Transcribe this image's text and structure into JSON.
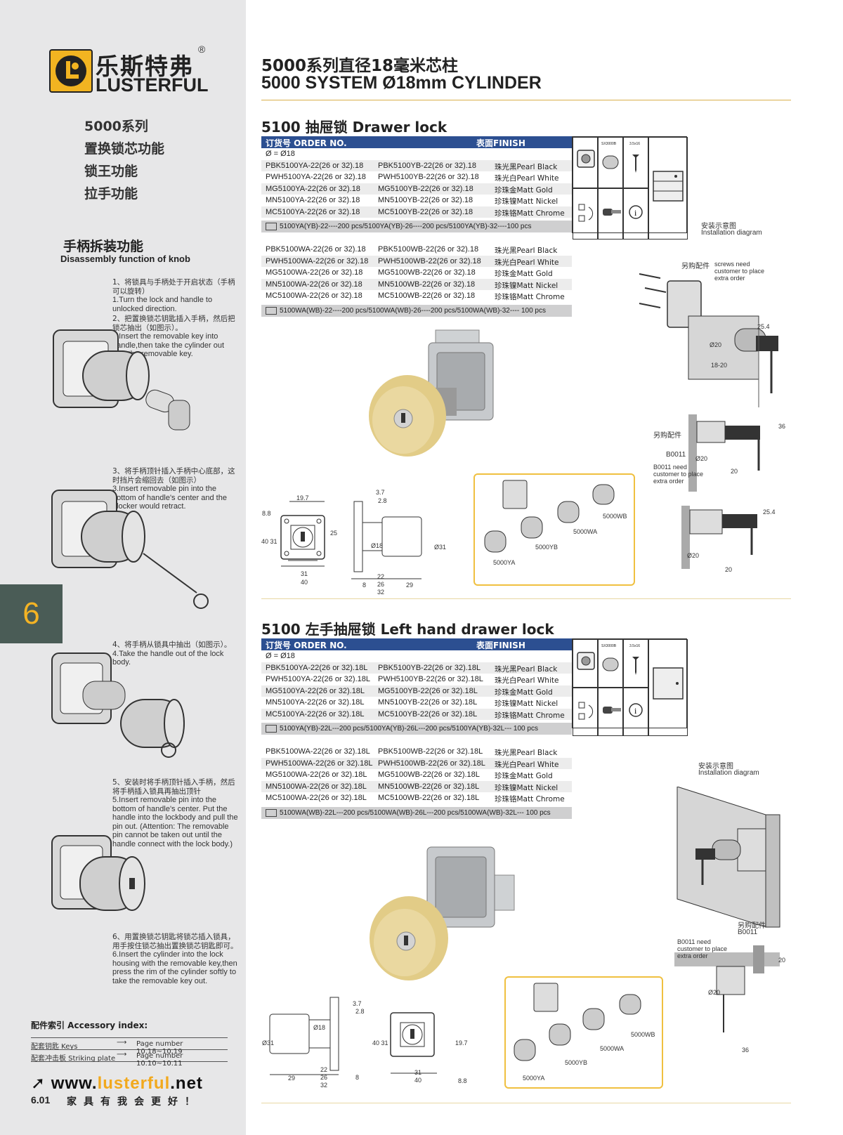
{
  "brand": {
    "name_cn": "乐斯特弗",
    "name_en": "LUSTERFUL",
    "reg": "®"
  },
  "sidebar": {
    "features": [
      "5000系列",
      "置换锁芯功能",
      "锁王功能",
      "拉手功能"
    ],
    "disassembly_cn": "手柄拆装功能",
    "disassembly_en": "Disassembly function of knob",
    "steps": [
      {
        "cn": "1、将锁具与手柄处于开启状态（手柄可以旋转）",
        "en": "1.Turn the lock and handle to unlocked direction."
      },
      {
        "cn": "2、把置换锁芯钥匙插入手柄，然后把锁芯抽出（如图示）。",
        "en": "2.Insert the removable key into handle,then take the cylinder out with the removable key."
      },
      {
        "cn": "3、将手柄顶针插入手柄中心底部，这时挡片会缩回去（如图示）",
        "en": "3.Insert removable pin into the bottom of handle's center and the blocker would retract."
      },
      {
        "cn": "4、将手柄从锁具中抽出（如图示）。",
        "en": "4.Take the handle out of the lock body."
      },
      {
        "cn": "5、安装时将手柄顶针插入手柄，然后将手柄插入锁具再抽出顶针",
        "en": "5.Insert removable pin into the bottom of handle's center. Put the handle into the lockbody and pull the pin out. (Attention: The removable pin cannot be taken out until the handle connect with the lock body.)"
      },
      {
        "cn": "6、用置换锁芯钥匙将锁芯插入锁具，用手按住锁芯抽出置换锁芯钥匙即可。",
        "en": "6.Insert the cylinder into the lock housing with the removable key,then press the rim of the cylinder softly to take the removable key out."
      }
    ],
    "chapter": "6",
    "accessory_title": "配件索引 Accessory index:",
    "accessories": [
      {
        "label": "配套钥匙 Keys",
        "page": "Page number 10.18~10.19"
      },
      {
        "label": "配套冲击板 Striking plate",
        "page": "Page number 10.10~10.11"
      }
    ],
    "website_pre": "www.",
    "website_hl": "lusterful",
    "website_post": ".net",
    "page_number": "6.01",
    "slogan": "家具有我会更好！"
  },
  "header": {
    "title_cn": "5000系列直径18毫米芯柱",
    "title_en": "5000 SYSTEM Ø18mm CYLINDER"
  },
  "sections": [
    {
      "title": "5100 抽屉锁 Drawer lock",
      "head_order": "订货号 ORDER NO.",
      "head_finish": "表面FINISH",
      "diameter": "Ø = Ø18",
      "group_a": [
        [
          "PBK5100YA-22(26 or 32).18",
          "PBK5100YB-22(26 or 32).18",
          "珠光黑Pearl Black"
        ],
        [
          "PWH5100YA-22(26 or 32).18",
          "PWH5100YB-22(26 or 32).18",
          "珠光白Pearl White"
        ],
        [
          "MG5100YA-22(26 or 32).18",
          "MG5100YB-22(26 or 32).18",
          "珍珠金Matt Gold"
        ],
        [
          "MN5100YA-22(26 or 32).18",
          "MN5100YB-22(26 or 32).18",
          "珍珠镍Matt Nickel"
        ],
        [
          "MC5100YA-22(26 or 32).18",
          "MC5100YB-22(26 or 32).18",
          "珍珠铬Matt Chrome"
        ]
      ],
      "pack_a": "5100YA(YB)-22----200 pcs/5100YA(YB)-26----200 pcs/5100YA(YB)-32----100 pcs",
      "group_b": [
        [
          "PBK5100WA-22(26 or 32).18",
          "PBK5100WB-22(26 or 32).18",
          "珠光黑Pearl Black"
        ],
        [
          "PWH5100WA-22(26 or 32).18",
          "PWH5100WB-22(26 or 32).18",
          "珠光白Pearl White"
        ],
        [
          "MG5100WA-22(26 or 32).18",
          "MG5100WB-22(26 or 32).18",
          "珍珠金Matt Gold"
        ],
        [
          "MN5100WA-22(26 or 32).18",
          "MN5100WB-22(26 or 32).18",
          "珍珠镍Matt Nickel"
        ],
        [
          "MC5100WA-22(26 or 32).18",
          "MC5100WB-22(26 or 32).18",
          "珍珠铬Matt Chrome"
        ]
      ],
      "pack_b": "5100WA(WB)-22----200 pcs/5100WA(WB)-26----200 pcs/5100WA(WB)-32---- 100 pcs",
      "install_cn": "安装示意图",
      "install_en": "Installation diagram",
      "extra_cn": "另购配件",
      "screws_note": "screws need customer to place extra order",
      "b0011": "B0011",
      "b0011_note": "B0011 need customer to place extra order",
      "cylinders": [
        "5000YA",
        "5000YB",
        "5000WA",
        "5000WB"
      ]
    },
    {
      "title": "5100 左手抽屉锁 Left hand drawer lock",
      "head_order": "订货号 ORDER NO.",
      "head_finish": "表面FINISH",
      "diameter": "Ø = Ø18",
      "group_a": [
        [
          "PBK5100YA-22(26 or 32).18L",
          "PBK5100YB-22(26 or 32).18L",
          "珠光黑Pearl Black"
        ],
        [
          "PWH5100YA-22(26 or 32).18L",
          "PWH5100YB-22(26 or 32).18L",
          "珠光白Pearl White"
        ],
        [
          "MG5100YA-22(26 or 32).18L",
          "MG5100YB-22(26 or 32).18L",
          "珍珠金Matt Gold"
        ],
        [
          "MN5100YA-22(26 or 32).18L",
          "MN5100YB-22(26 or 32).18L",
          "珍珠镍Matt Nickel"
        ],
        [
          "MC5100YA-22(26 or 32).18L",
          "MC5100YB-22(26 or 32).18L",
          "珍珠铬Matt Chrome"
        ]
      ],
      "pack_a": "5100YA(YB)-22L---200 pcs/5100YA(YB)-26L---200 pcs/5100YA(YB)-32L--- 100 pcs",
      "group_b": [
        [
          "PBK5100WA-22(26 or 32).18L",
          "PBK5100WB-22(26 or 32).18L",
          "珠光黑Pearl Black"
        ],
        [
          "PWH5100WA-22(26 or 32).18L",
          "PWH5100WB-22(26 or 32).18L",
          "珠光白Pearl White"
        ],
        [
          "MG5100WA-22(26 or 32).18L",
          "MG5100WB-22(26 or 32).18L",
          "珍珠金Matt Gold"
        ],
        [
          "MN5100WA-22(26 or 32).18L",
          "MN5100WB-22(26 or 32).18L",
          "珍珠镍Matt Nickel"
        ],
        [
          "MC5100WA-22(26 or 32).18L",
          "MC5100WB-22(26 or 32).18L",
          "珍珠铬Matt Chrome"
        ]
      ],
      "pack_b": "5100WA(WB)-22L---200 pcs/5100WA(WB)-26L---200 pcs/5100WA(WB)-32L--- 100 pcs",
      "install_cn": "安装示意图",
      "install_en": "Installation diagram",
      "extra_cn": "另购配件",
      "b0011": "B0011",
      "b0011_note": "B0011 need customer to place extra order",
      "cylinders": [
        "5000YA",
        "5000YB",
        "5000WA",
        "5000WB"
      ]
    }
  ],
  "icon_labels": {
    "sx": "SX3000B",
    "screw": "3.5x16"
  },
  "dims": {
    "d197": "19.7",
    "d88": "8.8",
    "d4031": "40 31",
    "d25": "25",
    "d31b": "31",
    "d40": "40",
    "d37": "3.7",
    "d28": "2.8",
    "d18": "Ø18",
    "d31": "Ø31",
    "d8": "8",
    "d22": "22",
    "d26": "26",
    "d32": "32",
    "d29": "29",
    "d254": "25.4",
    "d20": "Ø20",
    "d1820": "18-20",
    "d36": "36",
    "d20b": "20"
  },
  "colors": {
    "header_blue": "#2c4f91",
    "accent_gold": "#f2a91d",
    "chapter_tab": "#4a5c56",
    "sidebar": "#e7e7e8",
    "knob_gold": "#e2cc87"
  }
}
